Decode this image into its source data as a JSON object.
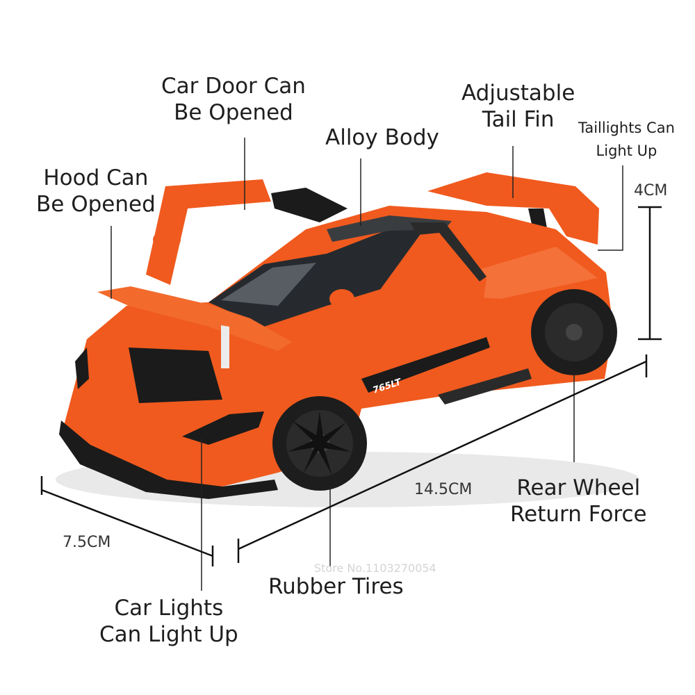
{
  "callouts": {
    "door": {
      "line1": "Car Door Can",
      "line2": "Be Opened"
    },
    "hood": {
      "line1": "Hood Can",
      "line2": "Be Opened"
    },
    "body": {
      "line1": "Alloy Body"
    },
    "fin": {
      "line1": "Adjustable",
      "line2": "Tail Fin"
    },
    "taillights": {
      "line1": "Taillights Can",
      "line2": "Light Up"
    },
    "rear_wheel": {
      "line1": "Rear Wheel",
      "line2": "Return Force"
    },
    "tires": {
      "line1": "Rubber Tires"
    },
    "lights": {
      "line1": "Car Lights",
      "line2": "Can Light Up"
    }
  },
  "dimensions": {
    "height": "4CM",
    "length": "14.5CM",
    "width": "7.5CM"
  },
  "car": {
    "badge": "765LT",
    "body_color": "#f05a1e",
    "trim_color": "#1b1b1b"
  },
  "watermark": "Store No.1103270054"
}
